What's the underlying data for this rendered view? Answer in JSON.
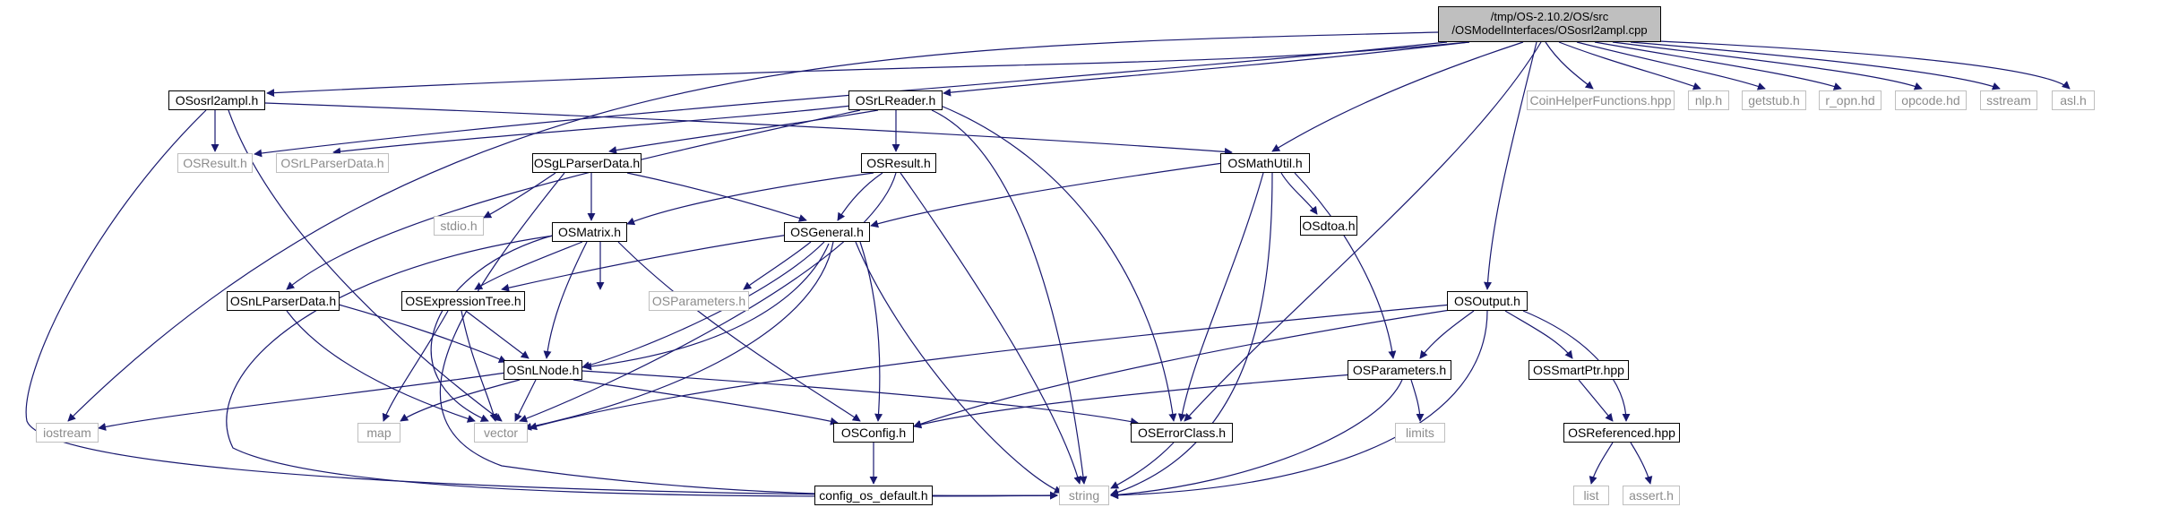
{
  "root": {
    "line1": "/tmp/OS-2.10.2/OS/src",
    "line2": "/OSModelInterfaces/OSosrl2ampl.cpp"
  },
  "nodes": {
    "ososrl2ampl_h": "OSosrl2ampl.h",
    "osrlreader_h": "OSrLReader.h",
    "osmathutil_h": "OSMathUtil.h",
    "osoutput_h": "OSOutput.h",
    "coinhelperfunctions_hpp": "CoinHelperFunctions.hpp",
    "nlp_h": "nlp.h",
    "getstub_h": "getstub.h",
    "r_opn_hd": "r_opn.hd",
    "opcode_hd": "opcode.hd",
    "sstream": "sstream",
    "asl_h": "asl.h",
    "osresult_h_top": "OSResult.h",
    "osrlparserdata_h": "OSrLParserData.h",
    "osglparserdata_h": "OSgLParserData.h",
    "osresult_h": "OSResult.h",
    "stdio_h": "stdio.h",
    "osdtoa_h": "OSdtoa.h",
    "osmatrix_h": "OSMatrix.h",
    "osgeneral_h": "OSGeneral.h",
    "osparameters_h_gray": "OSParameters.h",
    "osnlparserdata_h": "OSnLParserData.h",
    "osexpressiontree_h": "OSExpressionTree.h",
    "osnlnode_h": "OSnLNode.h",
    "osparameters_h": "OSParameters.h",
    "ossmartptr_hpp": "OSSmartPtr.hpp",
    "iostream": "iostream",
    "map": "map",
    "vector": "vector",
    "osconfig_h": "OSConfig.h",
    "oserrorclass_h": "OSErrorClass.h",
    "limits": "limits",
    "osreferenced_hpp": "OSReferenced.hpp",
    "config_os_default_h": "config_os_default.h",
    "string": "string",
    "list": "list",
    "assert_h": "assert.h"
  },
  "colors": {
    "edge": "#191970",
    "local_border": "#000000",
    "system_border": "#bfbfbf",
    "system_text": "#8c8c8c",
    "root_fill": "#bfbfbf"
  }
}
